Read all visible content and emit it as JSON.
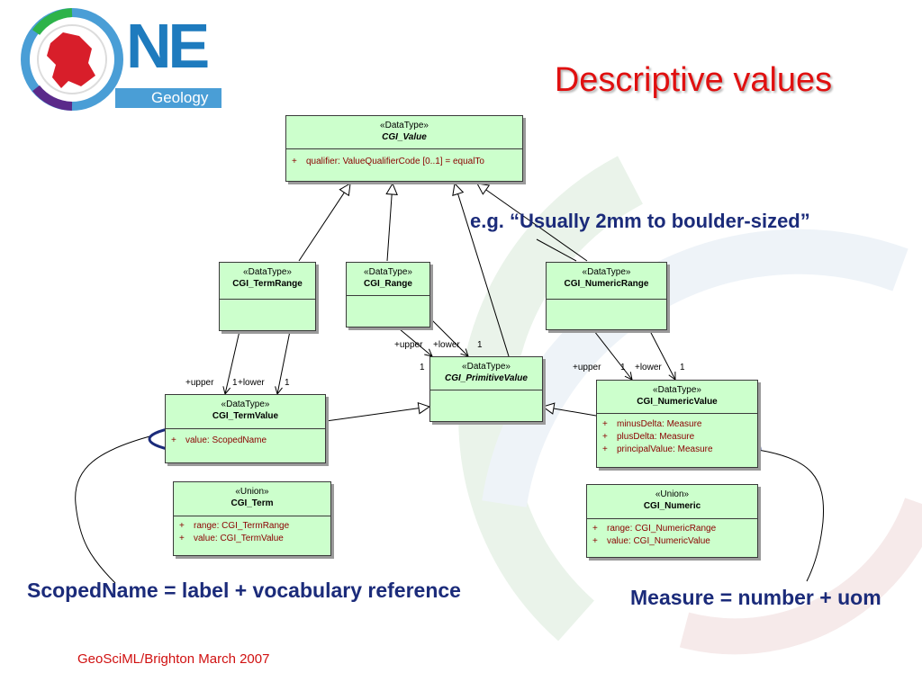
{
  "slide": {
    "title": "Descriptive values",
    "example_text": "e.g. “Usually 2mm to boulder-sized”",
    "note_scoped_name": "ScopedName = label + vocabulary reference",
    "note_measure": "Measure = number + uom",
    "footer": "GeoSciML/Brighton March 2007"
  },
  "logo": {
    "letters": "NE",
    "subtitle": "Geology"
  },
  "classes": {
    "cgi_value": {
      "stereotype": "«DataType»",
      "name": "CGI_Value",
      "attrs": [
        {
          "vis": "+",
          "text": "qualifier:  ValueQualifierCode [0..1] = equalTo"
        }
      ]
    },
    "cgi_term_range": {
      "stereotype": "«DataType»",
      "name": "CGI_TermRange"
    },
    "cgi_range": {
      "stereotype": "«DataType»",
      "name": "CGI_Range"
    },
    "cgi_numeric_range": {
      "stereotype": "«DataType»",
      "name": "CGI_NumericRange"
    },
    "cgi_primitive_value": {
      "stereotype": "«DataType»",
      "name": "CGI_PrimitiveValue"
    },
    "cgi_term_value": {
      "stereotype": "«DataType»",
      "name": "CGI_TermValue",
      "attrs": [
        {
          "vis": "+",
          "text": "value:  ScopedName"
        }
      ]
    },
    "cgi_numeric_value": {
      "stereotype": "«DataType»",
      "name": "CGI_NumericValue",
      "attrs": [
        {
          "vis": "+",
          "text": "minusDelta:  Measure"
        },
        {
          "vis": "+",
          "text": "plusDelta:  Measure"
        },
        {
          "vis": "+",
          "text": "principalValue:  Measure"
        }
      ]
    },
    "cgi_term": {
      "stereotype": "«Union»",
      "name": "CGI_Term",
      "attrs": [
        {
          "vis": "+",
          "text": "range:  CGI_TermRange"
        },
        {
          "vis": "+",
          "text": "value:  CGI_TermValue"
        }
      ]
    },
    "cgi_numeric": {
      "stereotype": "«Union»",
      "name": "CGI_Numeric",
      "attrs": [
        {
          "vis": "+",
          "text": "range:  CGI_NumericRange"
        },
        {
          "vis": "+",
          "text": "value:  CGI_NumericValue"
        }
      ]
    }
  },
  "role_labels": {
    "range_upper": "+upper",
    "range_lower": "+lower",
    "range_mult_upper": "1",
    "range_mult_lower": "1",
    "term_upper": "+upper",
    "term_lower": "+lower",
    "term_mult_upper": "1",
    "term_mult_lower": "1",
    "numeric_upper": "+upper",
    "numeric_lower": "+lower",
    "numeric_mult_upper": "1",
    "numeric_mult_lower": "1"
  },
  "colors": {
    "class_fill": "#ccffcc",
    "title": "#e01010",
    "note_text": "#1b2b7a",
    "highlight_ellipse": "#1b2b7a",
    "attribute_text": "#8b0000"
  }
}
